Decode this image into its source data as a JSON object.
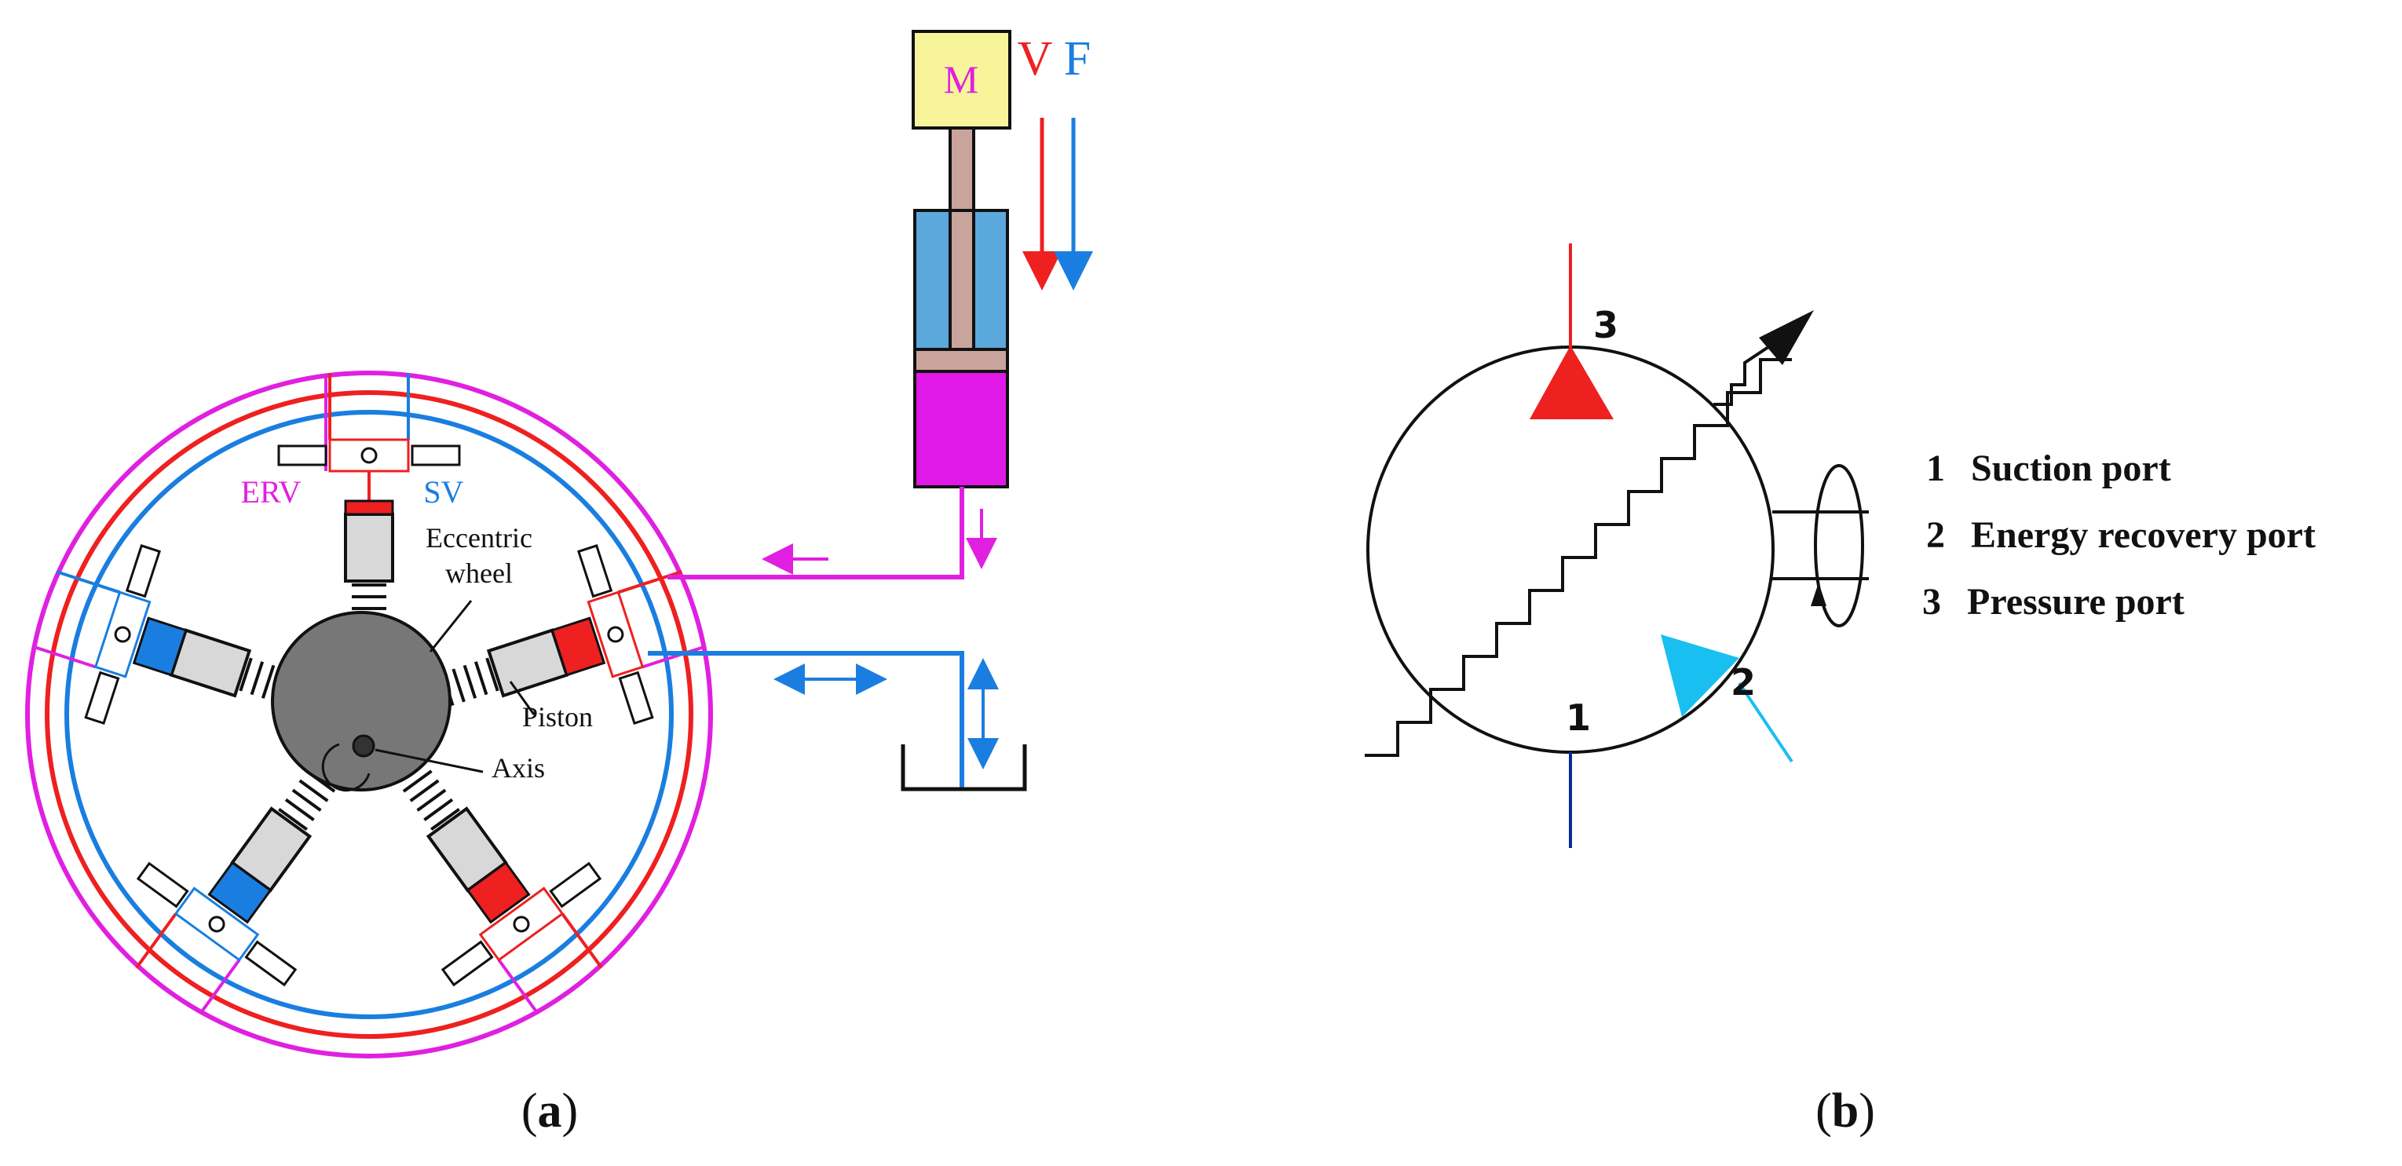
{
  "panel_a": {
    "caption_open": "(",
    "caption_letter": "a",
    "caption_close": ")",
    "mass_label": "M",
    "velocity_label": "V",
    "force_label": "F",
    "erv_label": "ERV",
    "sv_label": "SV",
    "eccentric_label_1": "Eccentric",
    "eccentric_label_2": "wheel",
    "piston_label": "Piston",
    "axis_label": "Axis"
  },
  "panel_b": {
    "caption_open": "(",
    "caption_letter": "b",
    "caption_close": ")",
    "port_numbers": {
      "p1": "1",
      "p2": "2",
      "p3": "3"
    },
    "legend": [
      {
        "num": "1",
        "text": "Suction port"
      },
      {
        "num": "2",
        "text": "Energy recovery port"
      },
      {
        "num": "3",
        "text": "Pressure port"
      }
    ]
  },
  "colors": {
    "magenta": "#e020e0",
    "red": "#ee2020",
    "blue": "#1a7ee0",
    "dark_blue": "#0a2a9a",
    "cyan": "#19bff0",
    "mass_fill": "#f7f49a",
    "cylinder_blue": "#5ba8dd",
    "rod_brown": "#c9a49c",
    "cylinder_magenta": "#e018e8",
    "wheel_gray": "#777777",
    "piston_gray": "#d8d8d8"
  }
}
